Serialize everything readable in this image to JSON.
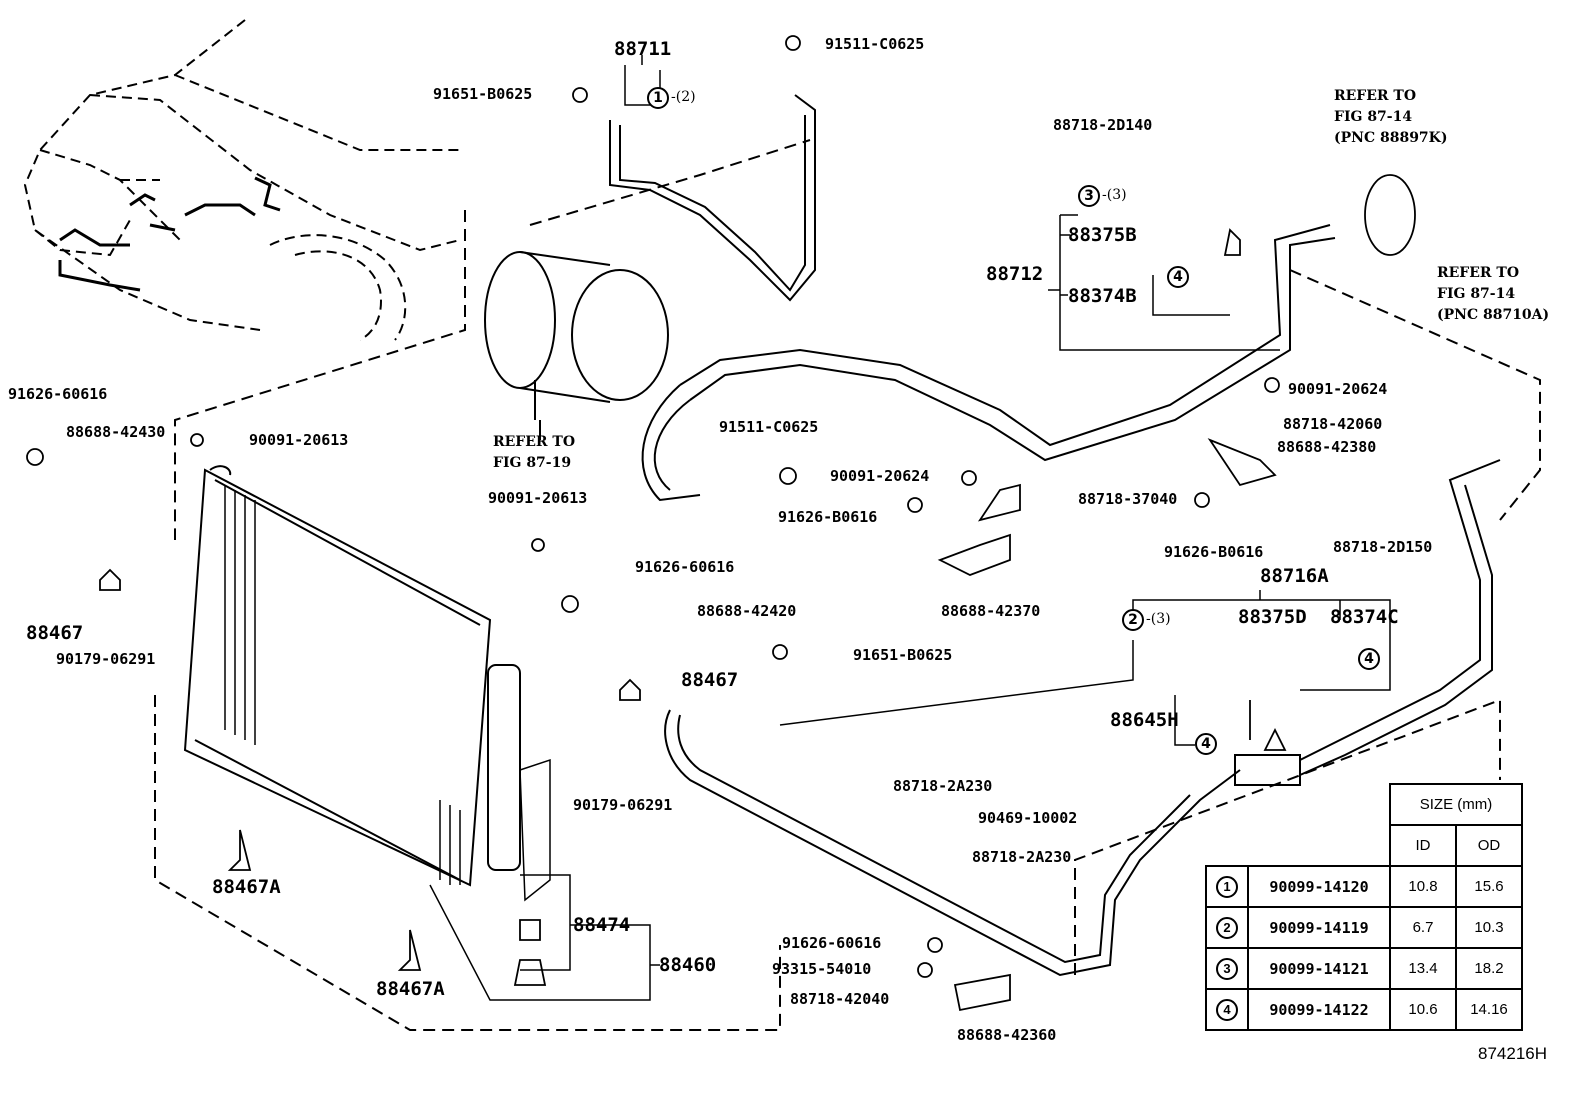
{
  "figure_id": "874216H",
  "labels": {
    "p88711": "88711",
    "p91511_top": "91511-C0625",
    "p91651_top": "91651-B0625",
    "p88718_2d140": "88718-2D140",
    "p88712": "88712",
    "p88375b": "88375B",
    "p88374b": "88374B",
    "p91626_60616_left": "91626-60616",
    "p88688_42430": "88688-42430",
    "p90091_20613_a": "90091-20613",
    "p88467_left": "88467",
    "p90179_06291_left": "90179-06291",
    "p90091_20613_b": "90091-20613",
    "p91511_mid": "91511-C0625",
    "p90091_20624_mid": "90091-20624",
    "p91626_b0616_mid": "91626-B0616",
    "p88718_37040": "88718-37040",
    "p88688_42370": "88688-42370",
    "p90091_20624_right": "90091-20624",
    "p88718_42060": "88718-42060",
    "p88688_42380": "88688-42380",
    "p91626_b0616_right": "91626-B0616",
    "p88718_2d150": "88718-2D150",
    "p91626_60616_mid": "91626-60616",
    "p88688_42420": "88688-42420",
    "p91651_mid": "91651-B0625",
    "p88467_mid": "88467",
    "p90179_06291_mid": "90179-06291",
    "p88716a": "88716A",
    "p88375d": "88375D",
    "p88374c": "88374C",
    "p88645h": "88645H",
    "p88718_2a230_a": "88718-2A230",
    "p90469_10002": "90469-10002",
    "p88718_2a230_b": "88718-2A230",
    "p91626_60616_bot": "91626-60616",
    "p93315_54010": "93315-54010",
    "p88718_42040": "88718-42040",
    "p88688_42360": "88688-42360",
    "p88467a_a": "88467A",
    "p88467a_b": "88467A",
    "p88474": "88474",
    "p88460": "88460"
  },
  "refs": {
    "compressor": "REFER TO\nFIG 87-19",
    "evap_top": "REFER TO\nFIG 87-14\n(PNC 88897K)",
    "evap_right": "REFER TO\nFIG 87-14\n(PNC 88710A)"
  },
  "markers": {
    "m1": "1",
    "m1_qty": "-(2)",
    "m3": "3",
    "m3_qty": "-(3)",
    "m4_a": "4",
    "m2": "2",
    "m2_qty": "-(3)",
    "m4_b": "4",
    "m4_c": "4"
  },
  "size_table": {
    "header": "SIZE (mm)",
    "col_id": "ID",
    "col_od": "OD",
    "rows": [
      {
        "marker": "1",
        "part": "90099-14120",
        "id": "10.8",
        "od": "15.6"
      },
      {
        "marker": "2",
        "part": "90099-14119",
        "id": "6.7",
        "od": "10.3"
      },
      {
        "marker": "3",
        "part": "90099-14121",
        "id": "13.4",
        "od": "18.2"
      },
      {
        "marker": "4",
        "part": "90099-14122",
        "id": "10.6",
        "od": "14.16"
      }
    ]
  }
}
